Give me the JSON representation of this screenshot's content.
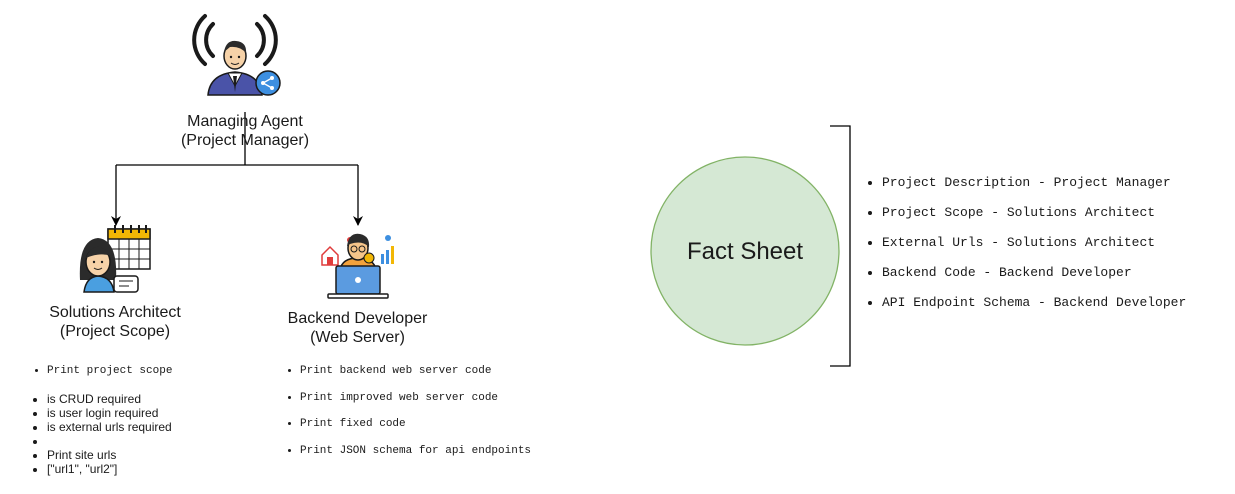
{
  "nodes": {
    "managing_agent": {
      "title": "Managing Agent",
      "subtitle": "(Project Manager)"
    },
    "solutions_architect": {
      "title": "Solutions Architect",
      "subtitle": "(Project Scope)"
    },
    "backend_developer": {
      "title": "Backend Developer",
      "subtitle": "(Web Server)"
    },
    "fact_sheet": {
      "title": "Fact Sheet"
    }
  },
  "solutions_architect_list": {
    "item_1": "Print project scope",
    "item_2": "is CRUD required",
    "item_3": "is user login required",
    "item_4": "is external urls required",
    "item_5": "",
    "item_6": "Print site urls",
    "item_7": "[\"url1\", \"url2\"]"
  },
  "backend_developer_list": [
    "Print backend web server code",
    "Print improved web server code",
    "Print fixed code",
    "Print JSON schema for api endpoints"
  ],
  "fact_sheet_list": [
    "Project Description - Project Manager",
    "Project Scope - Solutions Architect",
    "External Urls - Solutions Architect",
    "Backend Code - Backend Developer",
    "API Endpoint Schema - Backend Developer"
  ],
  "colors": {
    "fact_sheet_fill": "#d5e8d4",
    "fact_sheet_stroke": "#82b366",
    "line": "#000000"
  },
  "icons": {
    "managing_agent": "broadcasting-manager-icon",
    "solutions_architect": "calendar-planner-icon",
    "backend_developer": "laptop-developer-icon"
  }
}
